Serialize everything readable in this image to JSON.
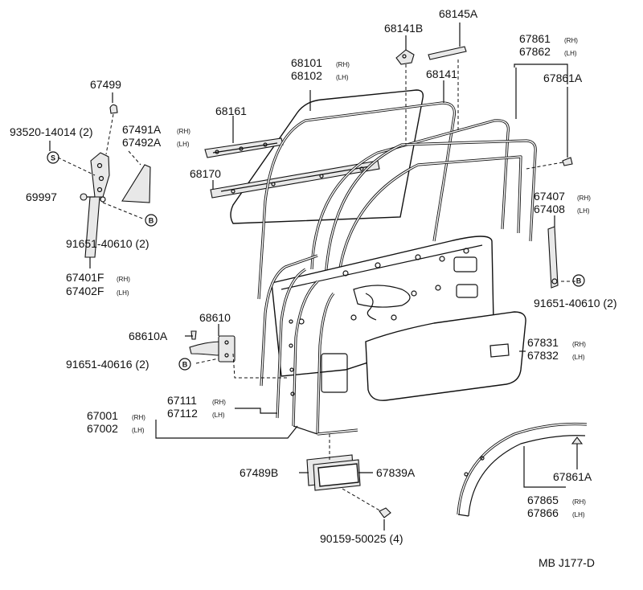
{
  "diagram": {
    "code": "MB J177-D",
    "marks": {
      "s": "S",
      "b": "B"
    },
    "labels": {
      "p68145A": "68145A",
      "p68141B": "68141B",
      "p68141": "68141",
      "p68101": "68101",
      "p68102": "68102",
      "p67861": "67861",
      "p67862": "67862",
      "p67861A_top": "67861A",
      "p67499": "67499",
      "p93520": "93520-14014 (2)",
      "p67491A": "67491A",
      "p67492A": "67492A",
      "p68161": "68161",
      "p68170": "68170",
      "p69997": "69997",
      "p91651_610_left": "91651-40610 (2)",
      "p67401F": "67401F",
      "p67402F": "67402F",
      "p67407": "67407",
      "p67408": "67408",
      "p91651_610_right": "91651-40610 (2)",
      "p68610": "68610",
      "p68610A": "68610A",
      "p91651_616": "91651-40616 (2)",
      "p67831": "67831",
      "p67832": "67832",
      "p67111": "67111",
      "p67112": "67112",
      "p67001": "67001",
      "p67002": "67002",
      "p67489B": "67489B",
      "p67839A": "67839A",
      "p67861A_bottom": "67861A",
      "p67865": "67865",
      "p67866": "67866",
      "p90159": "90159-50025 (4)"
    },
    "suffix": {
      "rh": "(RH)",
      "lh": "(LH)"
    }
  }
}
